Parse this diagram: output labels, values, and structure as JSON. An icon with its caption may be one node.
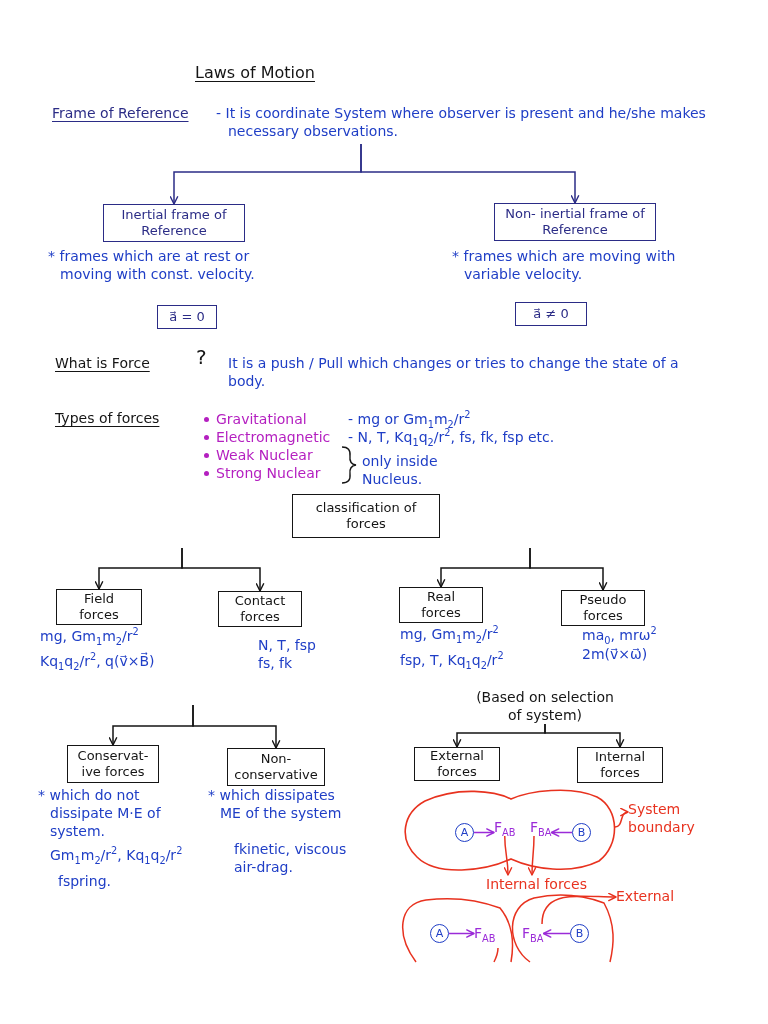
{
  "diagram": {
    "title": "Laws of Motion",
    "nodes": [
      {
        "text": [
          "Frame of Reference",
          "- It is coordinate System where observer is present and he/she makes necessary observations."
        ]
      },
      {
        "text": [
          "Inertial frame of Reference"
        ],
        "beside": [
          "* frames which are at rest or moving with const. velocity."
        ]
      },
      {
        "text": [
          "a⃗ = 0"
        ]
      },
      {
        "text": [
          "Non- inertial frame of Reference"
        ],
        "beside": [
          "* frames which are moving with variable velocity."
        ]
      },
      {
        "text": [
          "a⃗ ≠ 0"
        ]
      },
      {
        "text": [
          "classification of forces"
        ]
      },
      {
        "text": [
          "Field forces"
        ],
        "beside": [
          "mg, Gm$_{1}$m$_{2}$/r$^{2}$",
          "Kq$_{1}$q$_{2}$/r$^{2}$, q(v⃗×B⃗)"
        ]
      },
      {
        "text": [
          "Contact forces"
        ],
        "beside": [
          "N, T, fsp",
          "fs, fk"
        ]
      },
      {
        "text": [
          "Real forces"
        ],
        "beside": [
          "mg, Gm$_{1}$m$_{2}$/r$^{2}$",
          "fsp, T, Kq$_{1}$q$_{2}$/r$^{2}$"
        ]
      },
      {
        "text": [
          "Pseudo forces"
        ],
        "beside": [
          "ma$_{0}$, mrω$^{2}$",
          "2m(v⃗×ω⃗)"
        ]
      },
      {
        "text": [
          "Conservat- ive forces"
        ],
        "beside": [
          "* which do not dissipate M·E of system.",
          "Gm$_{1}$m$_{2}$/r$^{2}$, Kq$_{1}$q$_{2}$/r$^{2}$",
          "fspring."
        ]
      },
      {
        "text": [
          "Non- conservative"
        ],
        "beside": [
          "* which dissipates ME of the system",
          "fkinetic, viscous air-drag."
        ]
      },
      {
        "text": [
          "(Based on selection of system)"
        ]
      },
      {
        "text": [
          "External forces"
        ]
      },
      {
        "text": [
          "Internal forces"
        ]
      },
      {
        "text": [],
        "shape": "cloud"
      },
      {
        "text": [
          "A"
        ],
        "in": 15
      },
      {
        "text": [
          "F$_{AB}$"
        ],
        "in": 15
      },
      {
        "text": [
          "F$_{BA}$"
        ],
        "in": 15
      },
      {
        "text": [
          "B"
        ],
        "in": 15
      },
      {
        "text": [
          "System boundary"
        ]
      },
      {
        "text": [
          "Internal forces"
        ]
      },
      {
        "text": [
          "External"
        ]
      },
      {
        "text": [
          "A"
        ]
      },
      {
        "text": [
          "F$_{AB}$"
        ]
      },
      {
        "text": [
          "F$_{BA}$"
        ]
      },
      {
        "text": [
          "B"
        ]
      }
    ],
    "edges": [
      {
        "from": 0,
        "to": 1,
        "arrow": "to",
        "color": "#2b2c86"
      },
      {
        "from": 0,
        "to": 3,
        "arrow": "to",
        "color": "#2b2c86"
      },
      {
        "from": null,
        "to": 6,
        "arrow": "to"
      },
      {
        "from": null,
        "to": 7,
        "arrow": "to"
      },
      {
        "from": null,
        "to": 8,
        "arrow": "to"
      },
      {
        "from": null,
        "to": 9,
        "arrow": "to"
      },
      {
        "from": null,
        "to": 10,
        "arrow": "to"
      },
      {
        "from": null,
        "to": 11,
        "arrow": "to"
      },
      {
        "from": 12,
        "to": 13,
        "arrow": "to"
      },
      {
        "from": 12,
        "to": 14,
        "arrow": "to"
      },
      {
        "from": 16,
        "to": 17,
        "arrow": "to",
        "color": "#9b2bd8"
      },
      {
        "from": 19,
        "to": 18,
        "arrow": "to",
        "color": "#9b2bd8"
      },
      {
        "from": 15,
        "to": 20,
        "arrow": "to",
        "color": "#e8321f"
      },
      {
        "from": 17,
        "to": 21,
        "arrow": "to",
        "color": "#e8321f"
      },
      {
        "from": 18,
        "to": 21,
        "arrow": "to",
        "color": "#e8321f"
      },
      {
        "from": 25,
        "to": 22,
        "arrow": "to",
        "color": "#e8321f"
      },
      {
        "from": 23,
        "to": 24,
        "arrow": "to",
        "color": "#9b2bd8"
      },
      {
        "from": 26,
        "to": 25,
        "arrow": "to",
        "color": "#9b2bd8"
      }
    ],
    "labels": [
      "What is Force",
      "?",
      "It is a push / Pull which changes or tries to change the state of a body.",
      "Types of forces",
      "Gravitational",
      "- mg or Gm$_{1}$m$_{2}$/r$^{2}$",
      "Electromagnetic",
      "- N, T, Kq$_{1}$q$_{2}$/r$^{2}$, fs, fk, fsp etc.",
      "Weak Nuclear",
      "Strong Nuclear",
      "only inside Nucleus."
    ]
  }
}
